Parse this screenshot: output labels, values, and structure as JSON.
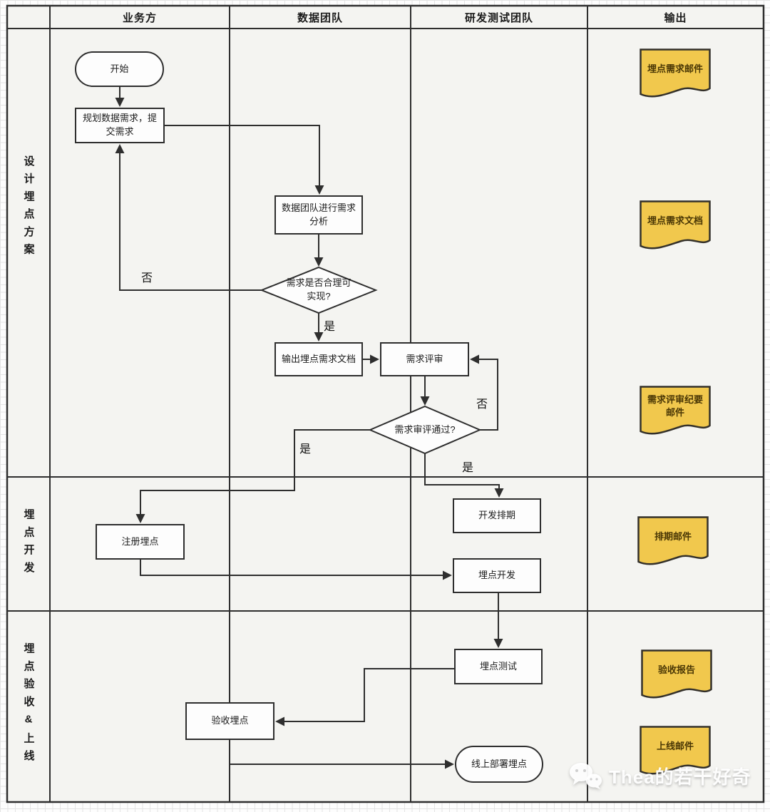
{
  "header": {
    "columns": [
      "业务方",
      "数据团队",
      "研发测试团队",
      "输出"
    ]
  },
  "lanes": [
    "设计埋点方案",
    "埋点开发",
    "埋点验收&上线"
  ],
  "nodes": {
    "start": "开始",
    "plan": "规划数据需求，提交需求",
    "analyze": "数据团队进行需求分析",
    "decision_feasible": "需求是否合理可实现?",
    "output_doc": "输出埋点需求文档",
    "review": "需求评审",
    "decision_review": "需求审评通过?",
    "register": "注册埋点",
    "schedule": "开发排期",
    "develop": "埋点开发",
    "test": "埋点测试",
    "accept": "验收埋点",
    "deploy": "线上部署埋点"
  },
  "edge_labels": {
    "yes": "是",
    "no": "否"
  },
  "outputs": [
    "埋点需求邮件",
    "埋点需求文档",
    "需求评审纪要邮件",
    "排期邮件",
    "验收报告",
    "上线邮件"
  ],
  "watermark": "Thea的若干好奇",
  "colors": {
    "doc_fill": "#f1c84d",
    "doc_text": "#4a3705",
    "line": "#2e2e2e",
    "cell_bg": "#f4f4f1",
    "node_bg": "#fdfdfd"
  }
}
